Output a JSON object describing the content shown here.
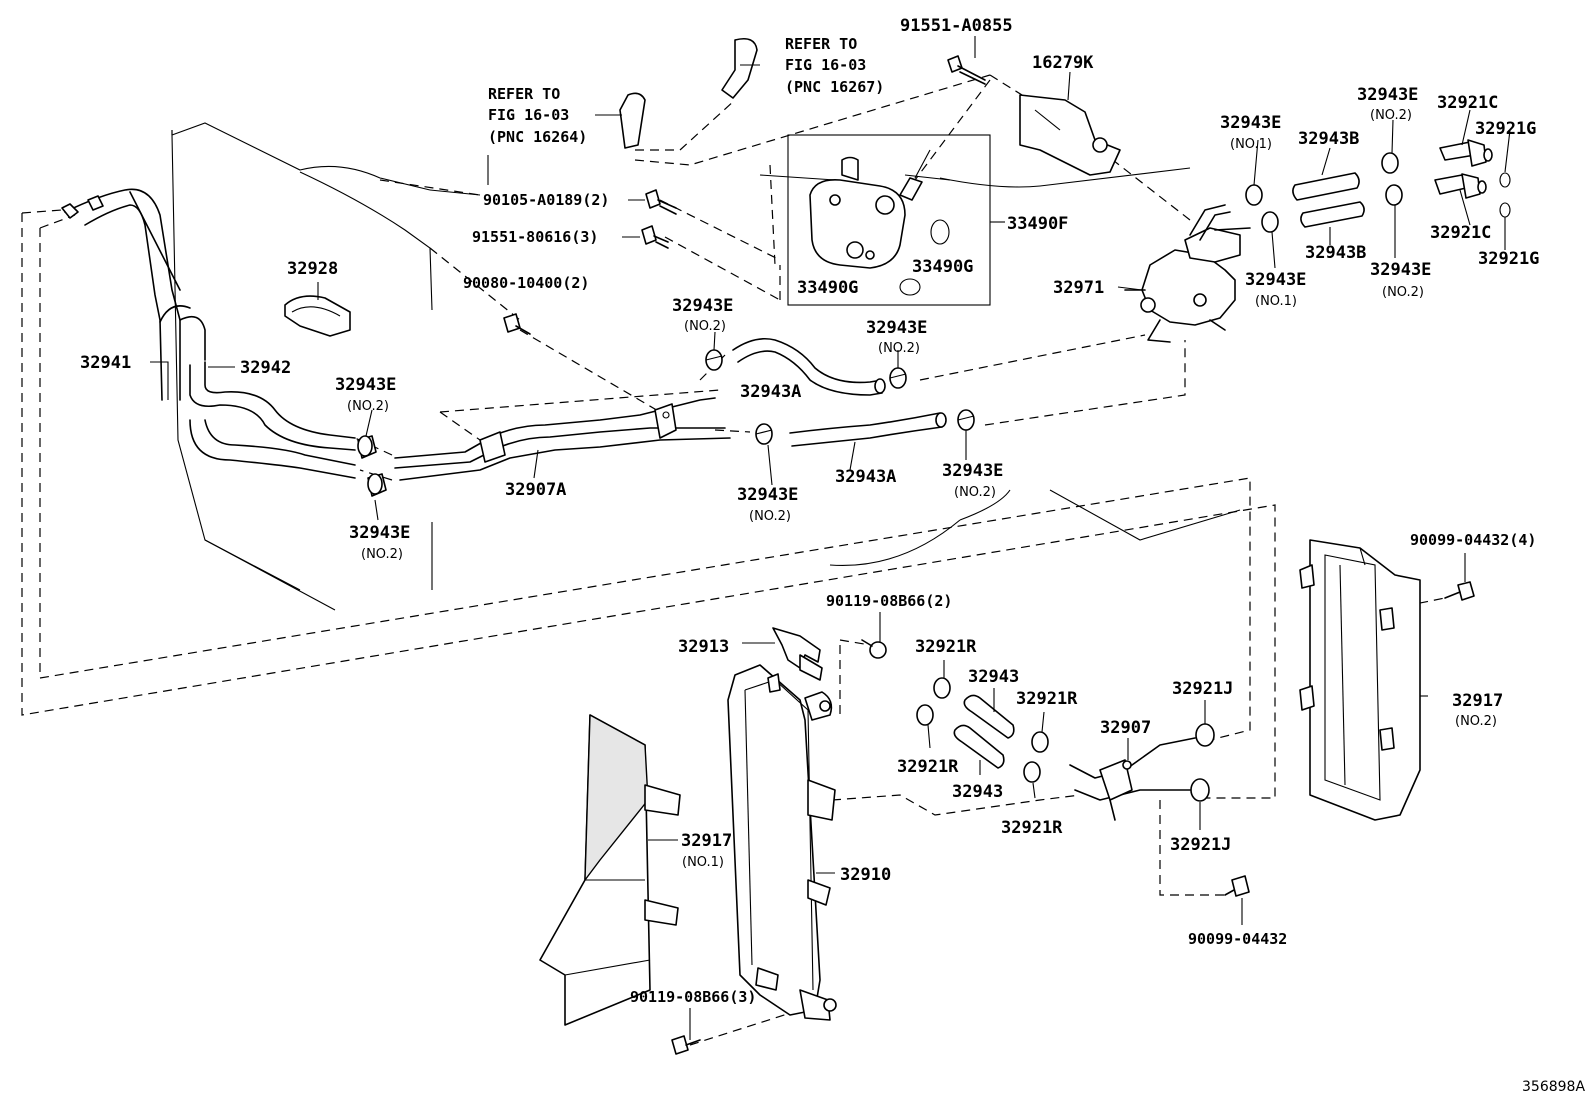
{
  "labels": {
    "pn_91551_A0855": "91551-A0855",
    "pn_16279K": "16279K",
    "pn_32943E_top": "32943E",
    "pn_32921C_a": "32921C",
    "pn_32921G_a": "32921G",
    "pn_32943E_no1_top": "32943E",
    "pn_32943B_a": "32943B",
    "pn_90105": "90105-A0189(2)",
    "pn_33490F": "33490F",
    "pn_91551_80616": "91551-80616(3)",
    "pn_32943B_b": "32943B",
    "pn_32921C_b": "32921C",
    "pn_32921G_b": "32921G",
    "pn_32928": "32928",
    "pn_33490G_a": "33490G",
    "pn_32943E_r2": "32943E",
    "pn_90080": "90080-10400(2)",
    "pn_33490G_b": "33490G",
    "pn_32971": "32971",
    "pn_32943E_no1_b": "32943E",
    "pn_32943E_no2_c": "32943E",
    "pn_32943E_no2_d": "32943E",
    "pn_32941": "32941",
    "pn_32942": "32942",
    "pn_32943A_a": "32943A",
    "pn_32943E_no2_e": "32943E",
    "pn_32907A": "32907A",
    "pn_32943A_b": "32943A",
    "pn_32943E_no2_f": "32943E",
    "pn_32943E_no2_g": "32943E",
    "pn_32943E_no2_h": "32943E",
    "pn_90099_04432_4": "90099-04432(4)",
    "pn_90119_top": "90119-08B66(2)",
    "pn_32913": "32913",
    "pn_32921R_a": "32921R",
    "pn_32943_a": "32943",
    "pn_32921R_b": "32921R",
    "pn_32921J_a": "32921J",
    "pn_32907": "32907",
    "pn_32917_no2": "32917",
    "pn_32921R_c": "32921R",
    "pn_32943_b": "32943",
    "pn_32921R_d": "32921R",
    "pn_32917_no1": "32917",
    "pn_32921J_b": "32921J",
    "pn_32910": "32910",
    "pn_90099_04432": "90099-04432",
    "pn_90119_bottom": "90119-08B66(3)",
    "no1": "(NO.1)",
    "no2": "(NO.2)",
    "refer_to": "REFER TO",
    "fig_1603": "FIG 16-03",
    "pnc_16264": "(PNC 16264)",
    "pnc_16267": "(PNC 16267)",
    "figure_id": "356898A"
  }
}
